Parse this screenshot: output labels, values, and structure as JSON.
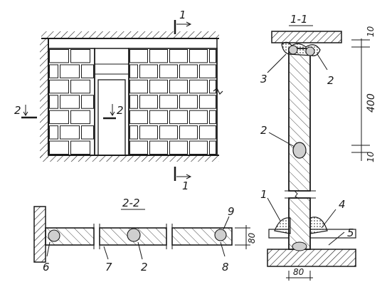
{
  "elevation": {
    "section_mark_vertical": "1",
    "section_mark_horizontal": "2"
  },
  "section_1_1": {
    "title": "1-1",
    "dimensions": [
      "10",
      "400",
      "10"
    ],
    "callouts": [
      "3",
      "2",
      "2",
      "1",
      "4",
      "5"
    ],
    "bottom_dimension": "80"
  },
  "section_2_2": {
    "title": "2-2",
    "side_dimension": "80",
    "callouts": [
      "9",
      "6",
      "7",
      "2",
      "8"
    ]
  },
  "colors": {
    "ink": "#1a1a1a",
    "paper": "#ffffff",
    "mortar_spot": "#cfcfcf"
  }
}
